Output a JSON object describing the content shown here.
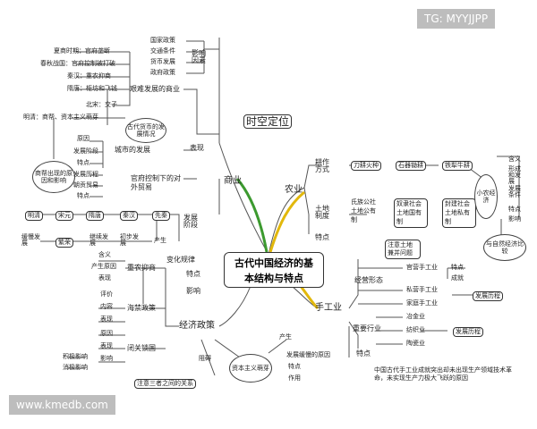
{
  "watermarks": {
    "top": "TG: MYYJJPP",
    "bottom": "www.kmedb.com"
  },
  "center": {
    "line1": "古代中国经济的基",
    "line2": "本结构与特点"
  },
  "top_node": "时空定位",
  "commerce": {
    "root": "商业",
    "influence": "影响因素",
    "factors": [
      "国家政策",
      "交通条件",
      "货币发展",
      "政府政策"
    ],
    "hard_dev": "艰难发展的商业",
    "periods": [
      "夏商时期：官府垄断",
      "春秋战国：官府控制被打破",
      "秦汉：重农抑商",
      "隋唐：柜坊和飞钱"
    ],
    "song": "北宋：交子",
    "mingqing": "明清：商帮、资本主义萌芽",
    "currency_bubble": "古代货币的发展情况",
    "trade_bubble": "商帮出现的原因和影响",
    "biaoxian": "表现",
    "city_dev": "城市的发展",
    "city_items": [
      "原因",
      "发展阶段",
      "特点"
    ],
    "foreign_trade": "官府控制下的对外贸易",
    "foreign_items": [
      "发展历程",
      "朝贡贸易",
      "特点"
    ],
    "stages_label": "发展阶段",
    "stages_row1": [
      "明清",
      "宋元",
      "隋唐",
      "秦汉",
      "先秦"
    ],
    "stages_row2": [
      "缓慢发展",
      "繁荣",
      "继续发展",
      "初步发展",
      "产生"
    ],
    "change": "变化规律",
    "feature": "特点",
    "impact": "影响"
  },
  "agriculture": {
    "root": "农业",
    "farming": "耕作方式",
    "farming_chain": [
      "刀耕火种",
      "石器锄耕",
      "铁犁牛耕"
    ],
    "land": "土地制度",
    "land_items": [
      "氏族公社土地公有制",
      "奴隶社会土地国有制",
      "封建社会土地私有制"
    ],
    "feature": "特点",
    "xiaonong_bubble": "小农经济",
    "xiaonong_items": [
      "含义",
      "形成和发展",
      "发展条件",
      "特点",
      "影响"
    ],
    "natural_bubble": "与自然经济比较",
    "note": "注意土地兼并问题"
  },
  "handicraft": {
    "root": "手工业",
    "forms": "经营形态",
    "form_items": [
      "官营手工业",
      "私营手工业",
      "家庭手工业"
    ],
    "guan_sub": [
      "特点",
      "成就"
    ],
    "history1": "发展历程",
    "industries": "重要行业",
    "industry_items": [
      "冶金业",
      "纺织业",
      "陶瓷业"
    ],
    "history2": "发展历程",
    "feature": "特点",
    "note": "中国古代手工业成就突出却未出现生产领域技术革命，未实现生产力极大飞跃的原因"
  },
  "policy": {
    "root": "经济政策",
    "zhongnong": "重农抑商",
    "zhongnong_items": [
      "含义",
      "产生原因",
      "表现"
    ],
    "haijin": "海禁政策",
    "haijin_items": [
      "评价",
      "内容",
      "表现"
    ],
    "biguan": "闭关锁国",
    "biguan_items": [
      "原因",
      "表现",
      "影响"
    ],
    "impacts": [
      "积极影响",
      "消极影响"
    ],
    "obstruct": "阻碍",
    "produce": "产生",
    "note": "注意三者之间的关系"
  },
  "capitalism": {
    "bubble": "资本主义萌芽",
    "slow": "发展缓慢的原因",
    "items": [
      "特点",
      "作用"
    ]
  },
  "colors": {
    "accent_green": "#3c9a2f",
    "accent_yellow": "#e2b80c",
    "line": "#555555",
    "wm_bg": "#bdbdbd"
  }
}
